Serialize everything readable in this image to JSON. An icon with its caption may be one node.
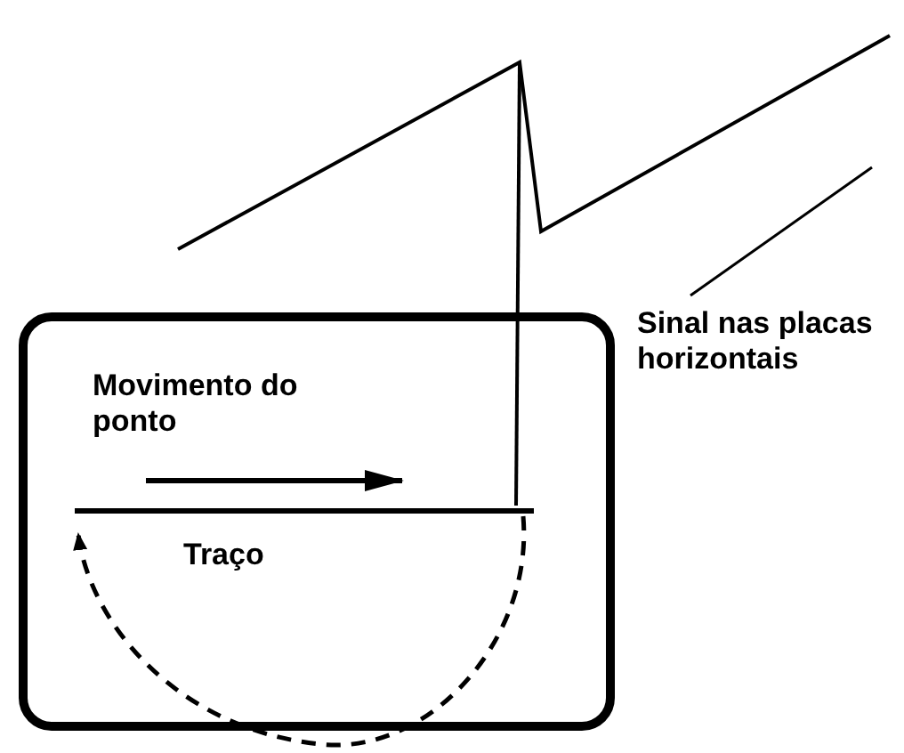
{
  "diagram": {
    "nodes": [
      {
        "text": [
          "Sinal nas placas horizontais"
        ]
      },
      {
        "text": [],
        "shape": "line"
      }
    ],
    "edges": [
      {
        "from": 0,
        "to": 1,
        "arrow": "none"
      }
    ],
    "labels": [
      "Movimento do ponto",
      "Traço"
    ]
  }
}
